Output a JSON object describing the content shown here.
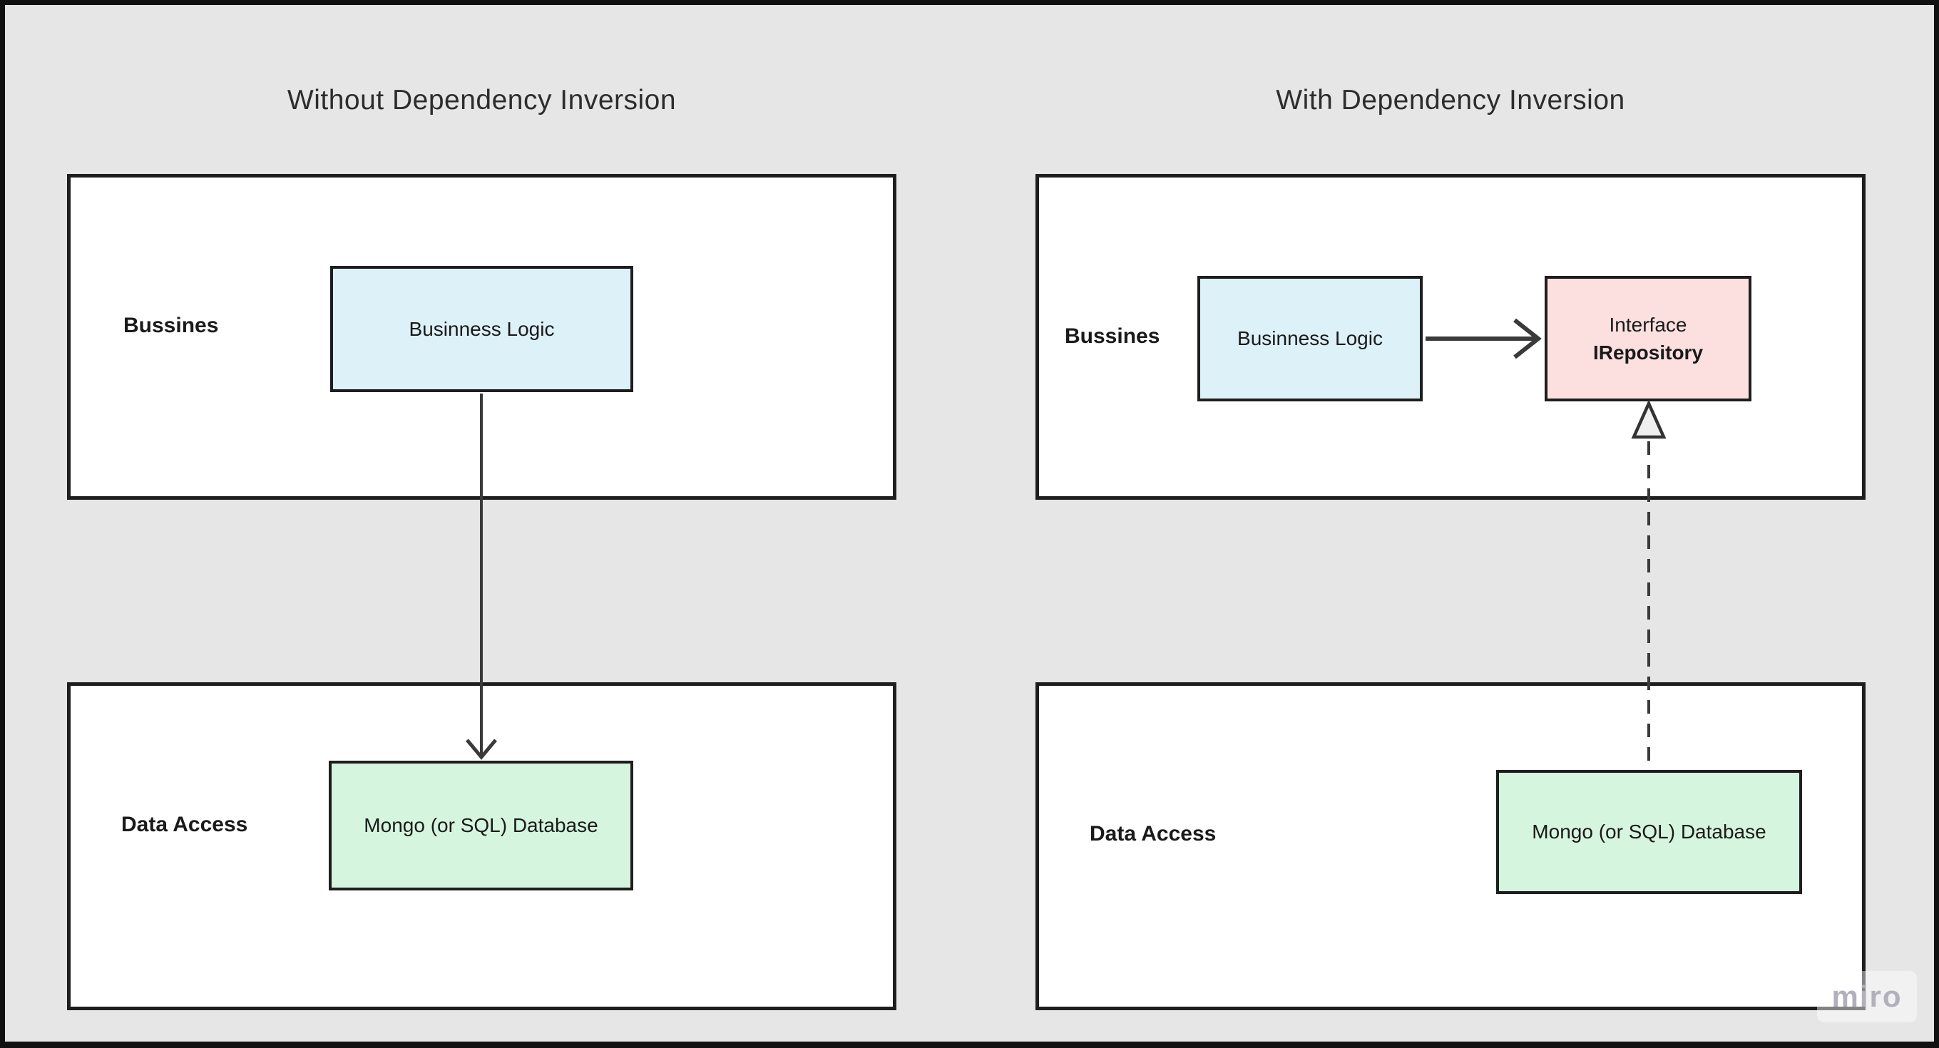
{
  "colors": {
    "background": "#e6e6e6",
    "panel": "#ffffff",
    "border": "#1e1e1e",
    "node_blue": "#ddf1f8",
    "node_green": "#d6f5de",
    "node_pink": "#fcdfdf",
    "arrow": "#3a3a3a",
    "watermark_text": "#b2b0bc"
  },
  "panels": {
    "left": {
      "title": "Without Dependency Inversion",
      "business_layer_label": "Bussines",
      "data_layer_label": "Data Access",
      "business_logic_node": "Businness Logic",
      "database_node": "Mongo (or SQL) Database"
    },
    "right": {
      "title": "With Dependency Inversion",
      "business_layer_label": "Bussines",
      "data_layer_label": "Data Access",
      "business_logic_node": "Businness Logic",
      "interface_node_line1": "Interface",
      "interface_node_line2": "IRepository",
      "database_node": "Mongo (or SQL) Database"
    }
  },
  "watermark": "miro"
}
